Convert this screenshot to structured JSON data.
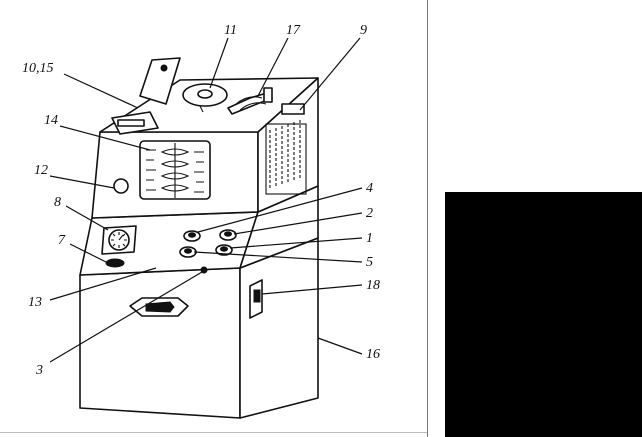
{
  "labels": [
    {
      "id": "10,15",
      "text": "10,15"
    },
    {
      "id": "11",
      "text": "11"
    },
    {
      "id": "17",
      "text": "17"
    },
    {
      "id": "9",
      "text": "9"
    },
    {
      "id": "14",
      "text": "14"
    },
    {
      "id": "12",
      "text": "12"
    },
    {
      "id": "8",
      "text": "8"
    },
    {
      "id": "7",
      "text": "7"
    },
    {
      "id": "4",
      "text": "4"
    },
    {
      "id": "2",
      "text": "2"
    },
    {
      "id": "1",
      "text": "1"
    },
    {
      "id": "5",
      "text": "5"
    },
    {
      "id": "13",
      "text": "13"
    },
    {
      "id": "18",
      "text": "18"
    },
    {
      "id": "3",
      "text": "3"
    },
    {
      "id": "16",
      "text": "16"
    }
  ]
}
